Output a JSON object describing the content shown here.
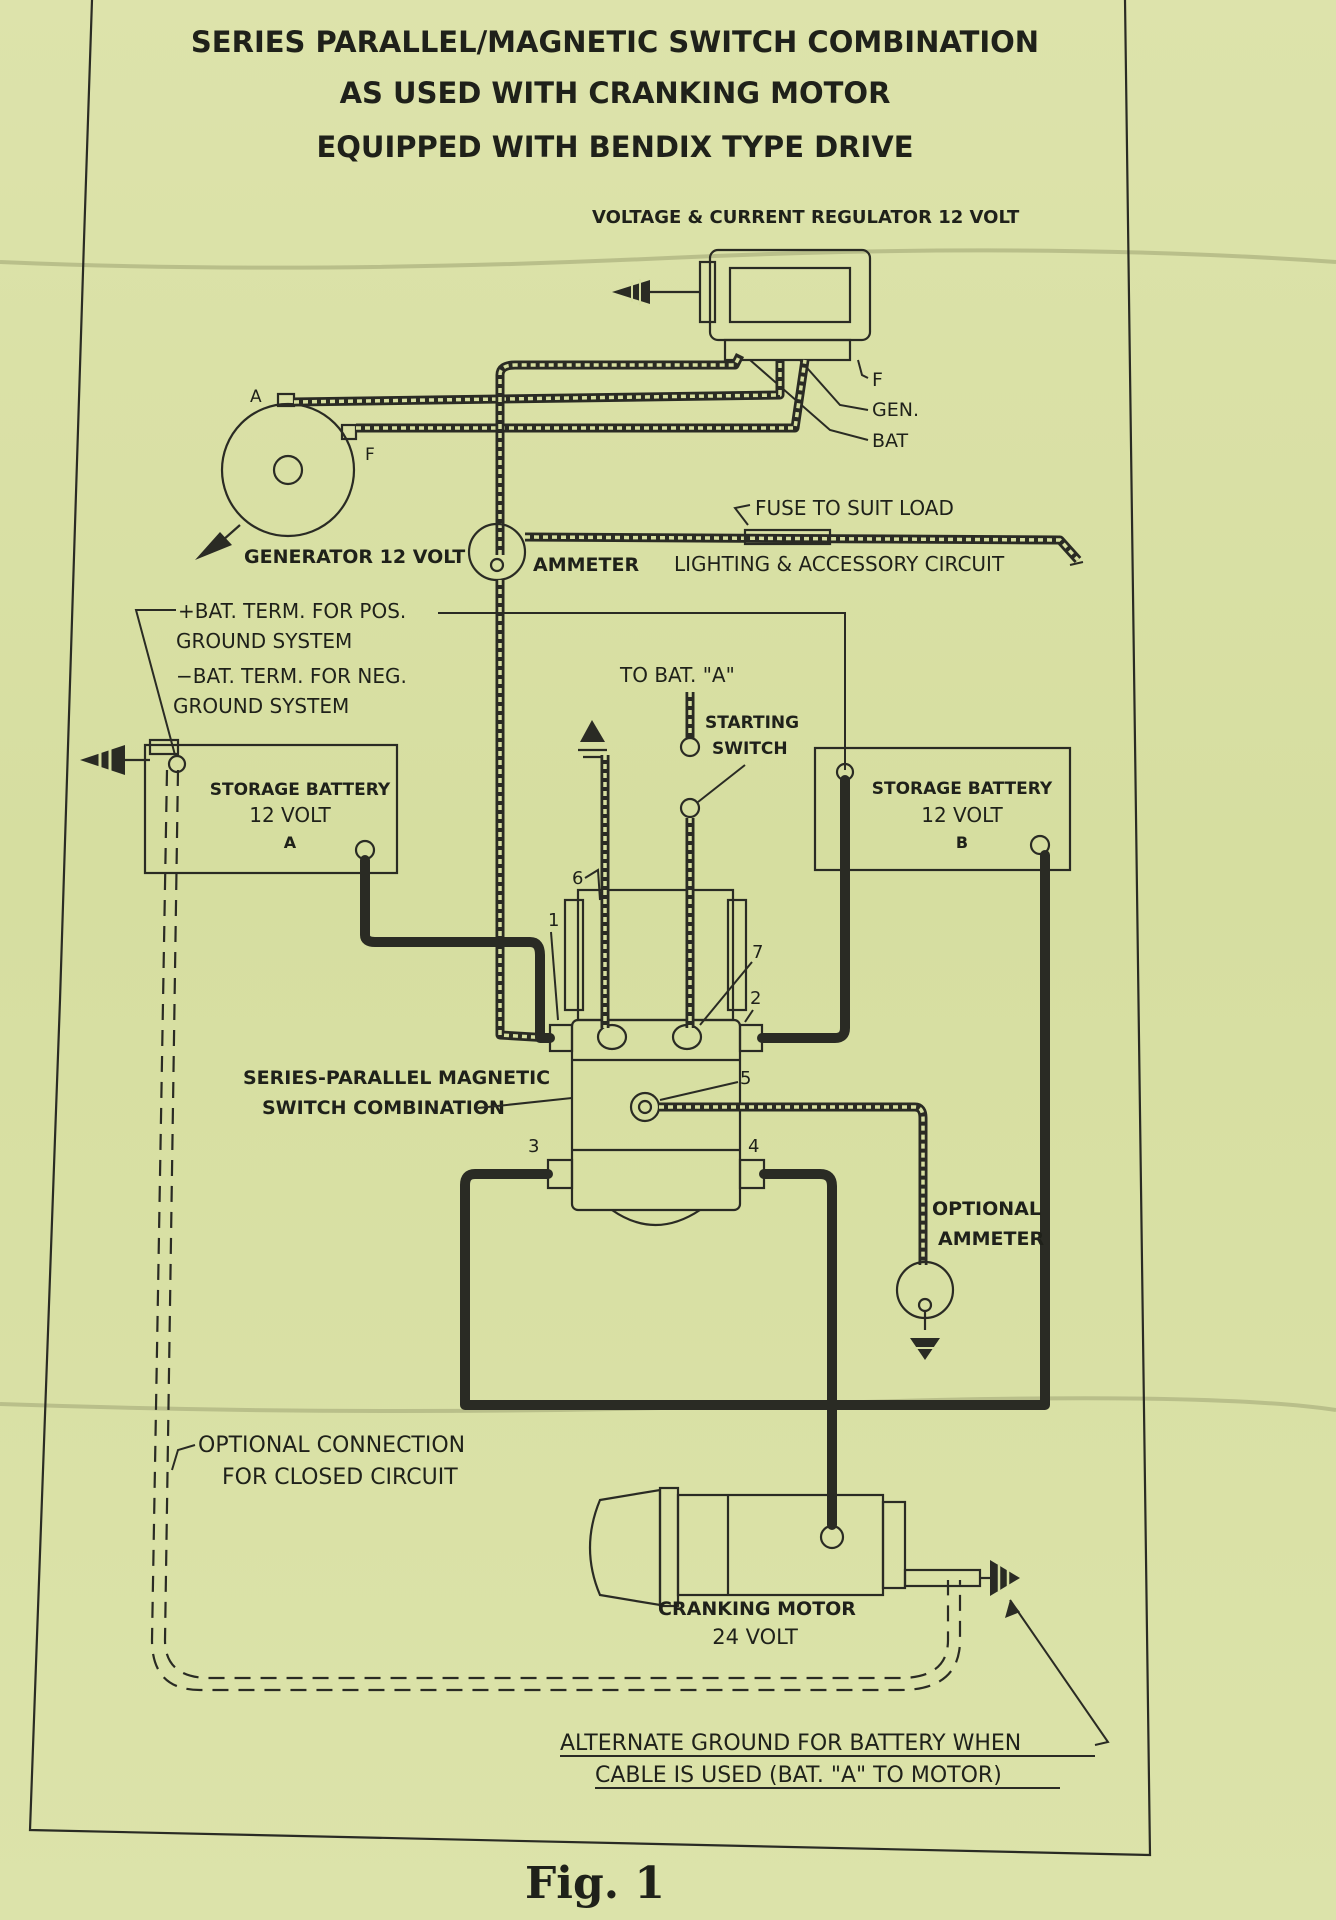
{
  "title": {
    "line1": "SERIES PARALLEL/MAGNETIC SWITCH COMBINATION",
    "line2": "AS USED WITH CRANKING MOTOR",
    "line3": "EQUIPPED WITH BENDIX TYPE DRIVE"
  },
  "labels": {
    "regulator": "VOLTAGE & CURRENT REGULATOR 12 VOLT",
    "reg_f": "F",
    "reg_gen": "GEN.",
    "reg_bat": "BAT",
    "gen_a": "A",
    "gen_f": "F",
    "generator": "GENERATOR 12 VOLT",
    "ammeter": "AMMETER",
    "fuse": "FUSE TO SUIT LOAD",
    "lighting": "LIGHTING & ACCESSORY CIRCUIT",
    "pos_bat_1": "+BAT. TERM. FOR POS.",
    "pos_bat_2": "GROUND SYSTEM",
    "neg_bat_1": "−BAT. TERM. FOR NEG.",
    "neg_bat_2": "GROUND SYSTEM",
    "to_bat_a": "TO BAT. \"A\"",
    "starting_switch_1": "STARTING",
    "starting_switch_2": "SWITCH",
    "battery_a_1": "STORAGE BATTERY",
    "battery_a_2": "12 VOLT",
    "battery_a_3": "A",
    "battery_b_1": "STORAGE BATTERY",
    "battery_b_2": "12 VOLT",
    "battery_b_3": "B",
    "term_1": "1",
    "term_2": "2",
    "term_3": "3",
    "term_4": "4",
    "term_5": "5",
    "term_6": "6",
    "term_7": "7",
    "switch_combo_1": "SERIES-PARALLEL MAGNETIC",
    "switch_combo_2": "SWITCH COMBINATION",
    "optional_ammeter_1": "OPTIONAL",
    "optional_ammeter_2": "AMMETER",
    "optional_conn_1": "OPTIONAL CONNECTION",
    "optional_conn_2": "FOR CLOSED CIRCUIT",
    "cranking_motor_1": "CRANKING MOTOR",
    "cranking_motor_2": "24 VOLT",
    "alt_ground_1": "ALTERNATE GROUND FOR BATTERY WHEN",
    "alt_ground_2": "CABLE IS USED (BAT. \"A\" TO MOTOR)"
  },
  "caption": "Fig. 1"
}
